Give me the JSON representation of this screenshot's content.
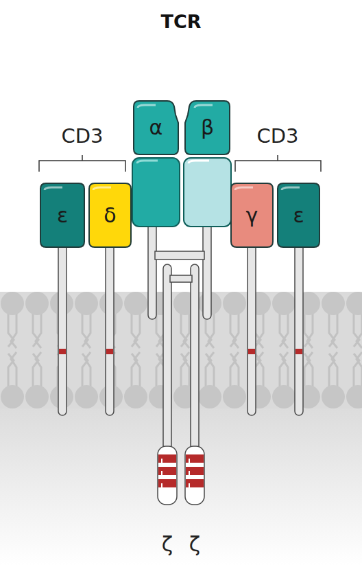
{
  "diagram": {
    "title": "TCR",
    "nodes": [
      {
        "text": [
          "ε"
        ]
      },
      {
        "text": [
          "δ"
        ]
      },
      {
        "text": [
          "α"
        ]
      },
      {
        "text": [
          "β"
        ]
      },
      {
        "text": [
          "γ"
        ]
      },
      {
        "text": [
          "ε"
        ]
      }
    ],
    "labels": [
      "CD3",
      "CD3",
      "ζ",
      "ζ"
    ]
  }
}
